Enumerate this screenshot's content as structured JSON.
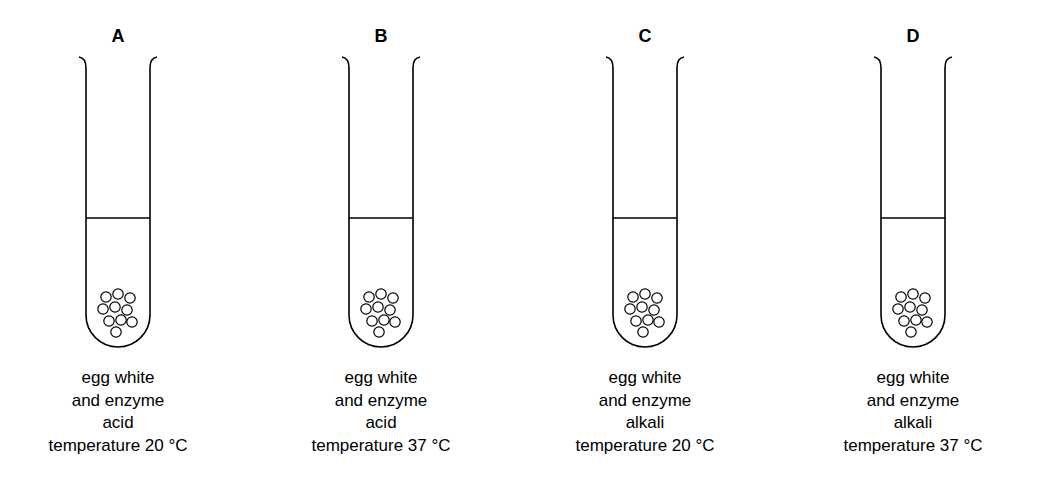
{
  "diagram": {
    "labels": [
      "A",
      "B",
      "C",
      "D",
      "egg white",
      "and enzyme",
      "acid",
      "temperature 20 °C",
      "egg white",
      "and enzyme",
      "acid",
      "temperature 37 °C",
      "egg white",
      "and enzyme",
      "alkali",
      "temperature 20 °C",
      "egg white",
      "and enzyme",
      "alkali",
      "temperature 37 °C"
    ]
  }
}
